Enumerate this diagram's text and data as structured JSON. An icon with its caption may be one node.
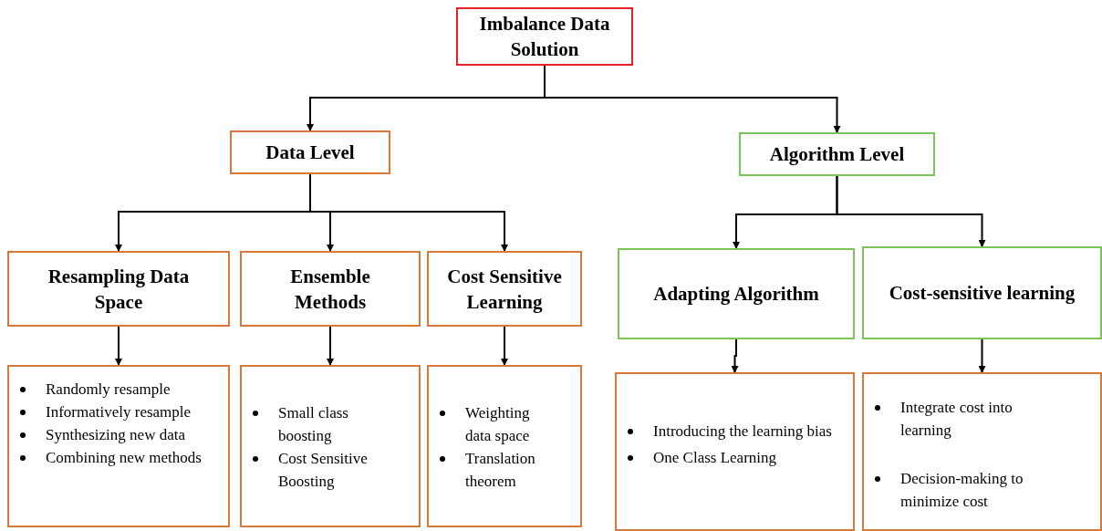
{
  "diagram": {
    "nodes": [
      {
        "text": [
          "Imbalance Data Solution"
        ]
      },
      {
        "text": [
          "Data Level"
        ]
      },
      {
        "text": [
          "Algorithm Level"
        ]
      },
      {
        "text": [
          "Resampling Data Space"
        ]
      },
      {
        "text": [
          "Ensemble Methods"
        ]
      },
      {
        "text": [
          "Cost Sensitive Learning"
        ]
      },
      {
        "text": [
          "Adapting Algorithm"
        ]
      },
      {
        "text": [
          "Cost-sensitive learning"
        ]
      },
      {
        "text": [
          "Randomly resample",
          "Informatively resample",
          "Synthesizing new data",
          "Combining new methods"
        ]
      },
      {
        "text": [
          "Small class boosting",
          "Cost Sensitive Boosting"
        ]
      },
      {
        "text": [
          "Weighting data space",
          "Translation theorem"
        ]
      },
      {
        "text": [
          "Introducing the learning bias",
          "One Class Learning"
        ]
      },
      {
        "text": [
          "Integrate cost into learning",
          "Decision-making to minimize cost"
        ]
      }
    ],
    "edges": [
      {
        "from": 0,
        "to": 1,
        "arrow": "to"
      },
      {
        "from": 0,
        "to": 2,
        "arrow": "to"
      },
      {
        "from": 1,
        "to": 3,
        "arrow": "to"
      },
      {
        "from": 1,
        "to": 4,
        "arrow": "to"
      },
      {
        "from": 1,
        "to": 5,
        "arrow": "to"
      },
      {
        "from": 2,
        "to": 6,
        "arrow": "to"
      },
      {
        "from": 2,
        "to": 7,
        "arrow": "to"
      },
      {
        "from": 3,
        "to": 8,
        "arrow": "to"
      },
      {
        "from": 4,
        "to": 9,
        "arrow": "to"
      },
      {
        "from": 5,
        "to": 10,
        "arrow": "to"
      },
      {
        "from": 6,
        "to": 11,
        "arrow": "to"
      },
      {
        "from": 7,
        "to": 12,
        "arrow": "to"
      }
    ]
  }
}
